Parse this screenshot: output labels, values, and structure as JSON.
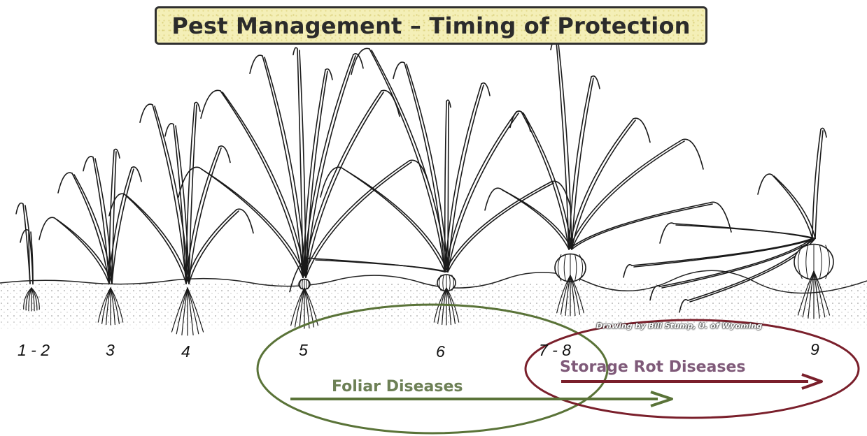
{
  "title": "Pest Management – Timing of Protection",
  "stage_labels": [
    "1 - 2",
    "3",
    "4",
    "5",
    "6",
    "7 - 8",
    "9"
  ],
  "credit": "Drawing by Bill Stump, U. of Wyoming",
  "foliar_label": "Foliar Diseases",
  "storage_label": "Storage Rot Diseases",
  "colors": {
    "title_bg": "#f4efb7",
    "foliar": "#5a7338",
    "foliar_text": "#6d8055",
    "storage": "#7a1f2b",
    "storage_text": "#7f5a79"
  }
}
